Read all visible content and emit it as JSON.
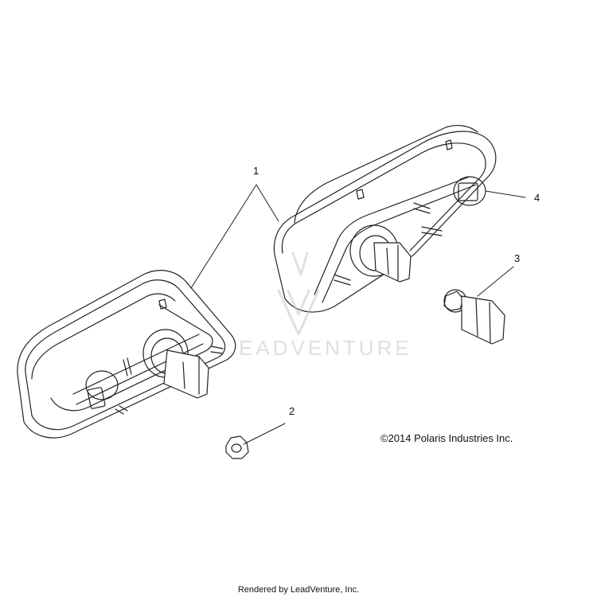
{
  "callouts": [
    {
      "id": "1",
      "label": "1"
    },
    {
      "id": "2",
      "label": "2"
    },
    {
      "id": "3",
      "label": "3"
    },
    {
      "id": "4",
      "label": "4"
    }
  ],
  "copyright": "©2014 Polaris Industries Inc.",
  "footer": "Rendered by LeadVenture, Inc.",
  "watermark": "EADVENTURE",
  "colors": {
    "line": "#222222",
    "watermark": "#c8c8c8"
  }
}
